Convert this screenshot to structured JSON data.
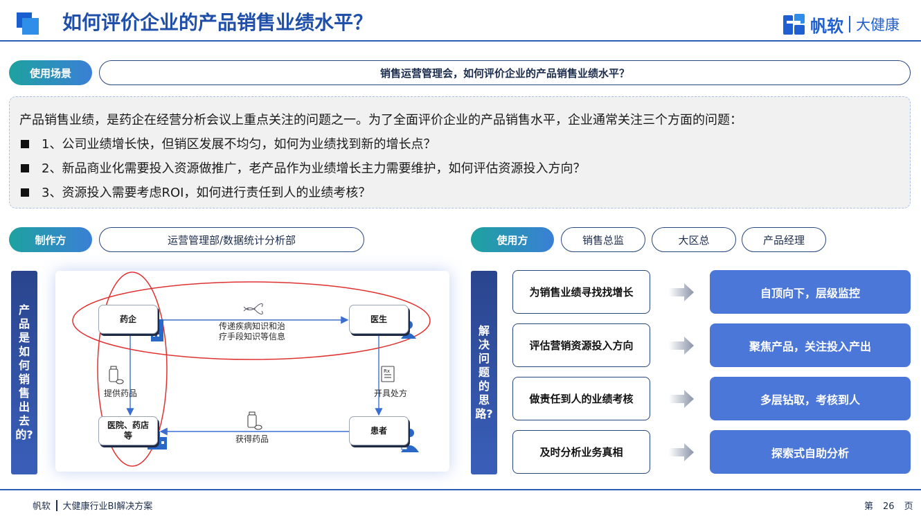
{
  "header": {
    "title": "如何评价企业的产品销售业绩水平？",
    "brand_name": "帆软",
    "brand_sub": "大健康"
  },
  "scenario": {
    "label": "使用场景",
    "value": "销售运营管理会，如何评价企业的产品销售业绩水平？"
  },
  "intro": {
    "lead": "产品销售业绩，是药企在经营分析会议上重点关注的问题之一。为了全面评价企业的产品销售水平，企业通常关注三个方面的问题：",
    "points": [
      "1、公司业绩增长快，但销区发展不均匀，如何为业绩找到新的增长点？",
      "2、新品商业化需要投入资源做推广，老产品作为业绩增长主力需要维护，如何评估资源投入方向？",
      "3、资源投入需要考虑ROI，如何进行责任到人的业绩考核？"
    ]
  },
  "maker": {
    "label": "制作方",
    "value": "运营管理部/数据统计分析部"
  },
  "users": {
    "label": "使用方",
    "roles": [
      "销售总监",
      "大区总",
      "产品经理"
    ]
  },
  "left_bar": [
    "产",
    "品",
    "是",
    "如",
    "何",
    "销",
    "售",
    "出",
    "去",
    "的?"
  ],
  "diagram": {
    "pharma": "药企",
    "doctor": "医生",
    "hospital": "医院、药店等",
    "patient": "患者",
    "knowledge_label": "传递疾病知识和治疗手段知识等信息",
    "supply_label": "提供药品",
    "prescribe_label": "开具处方",
    "obtain_label": "获得药品",
    "colors": {
      "ellipse": "#e03030",
      "line": "#3a6fd0"
    }
  },
  "right_bar": [
    "解",
    "决",
    "问",
    "题",
    "的",
    "思",
    "路?"
  ],
  "solutions": [
    {
      "question": "为销售业绩寻找找增长",
      "answer": "自顶向下，层级监控"
    },
    {
      "question": "评估营销资源投入方向",
      "answer": "聚焦产品，关注投入产出"
    },
    {
      "question": "做责任到人的业绩考核",
      "answer": "多层钻取，考核到人"
    },
    {
      "question": "及时分析业务真相",
      "answer": "探索式自助分析"
    }
  ],
  "footer": {
    "brand": "帆软",
    "product": "大健康行业BI解决方案",
    "page_prefix": "第",
    "page_number": "26",
    "page_suffix": "页"
  },
  "colors": {
    "primary": "#1f4fa8",
    "accent_box": "#4b77d9",
    "teal": "#1ea2a0"
  }
}
